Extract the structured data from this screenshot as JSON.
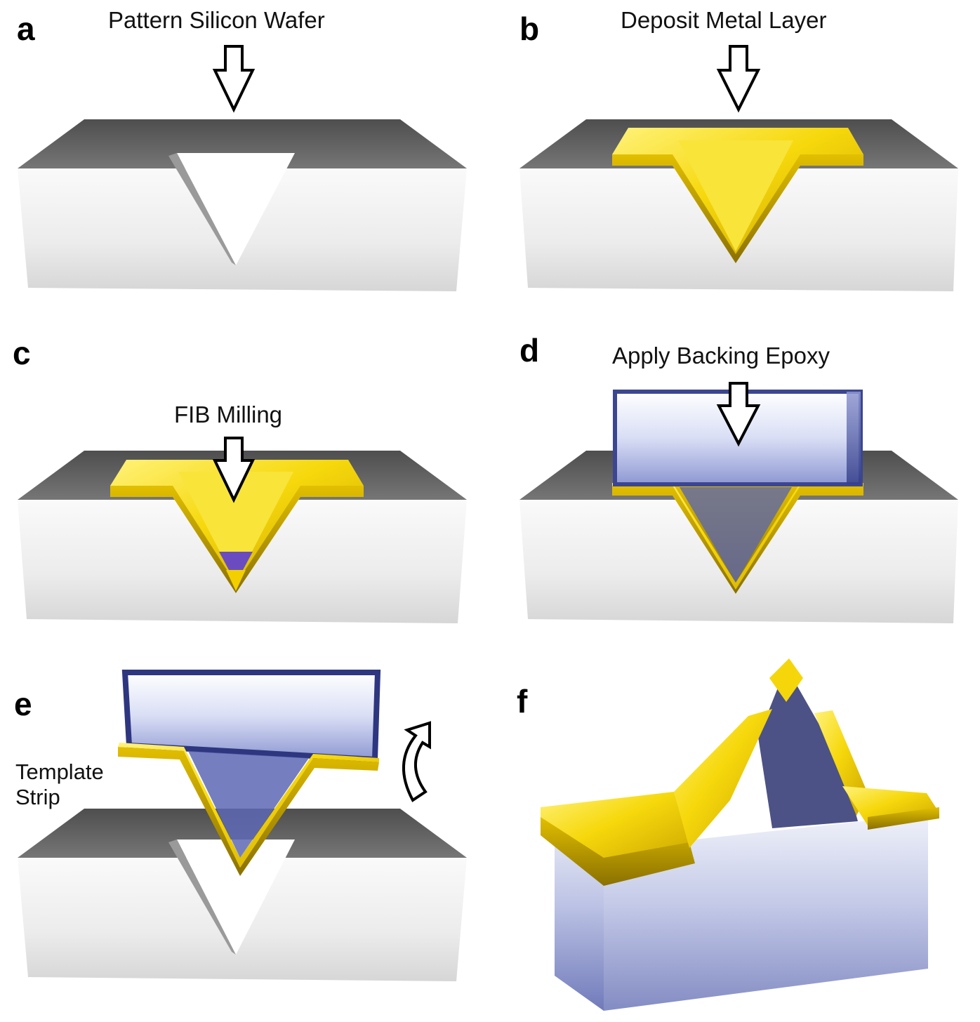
{
  "panels": [
    {
      "id": "a",
      "letter": "a",
      "caption": "Pattern Silicon Wafer"
    },
    {
      "id": "b",
      "letter": "b",
      "caption": "Deposit Metal Layer"
    },
    {
      "id": "c",
      "letter": "c",
      "caption": "FIB Milling"
    },
    {
      "id": "d",
      "letter": "d",
      "caption": "Apply Backing Epoxy"
    },
    {
      "id": "e",
      "letter": "e",
      "caption": "",
      "side_label": [
        "Template",
        "Strip"
      ]
    },
    {
      "id": "f",
      "letter": "f",
      "caption": ""
    }
  ],
  "colors": {
    "wafer_top": "#5e5e5e",
    "wafer_front": "#ececec",
    "gold": "#f5d60a",
    "gold_dark": "#b89a00",
    "epoxy": "#5661a8",
    "arrow_fill": "#ffffff",
    "arrow_stroke": "#000000"
  }
}
